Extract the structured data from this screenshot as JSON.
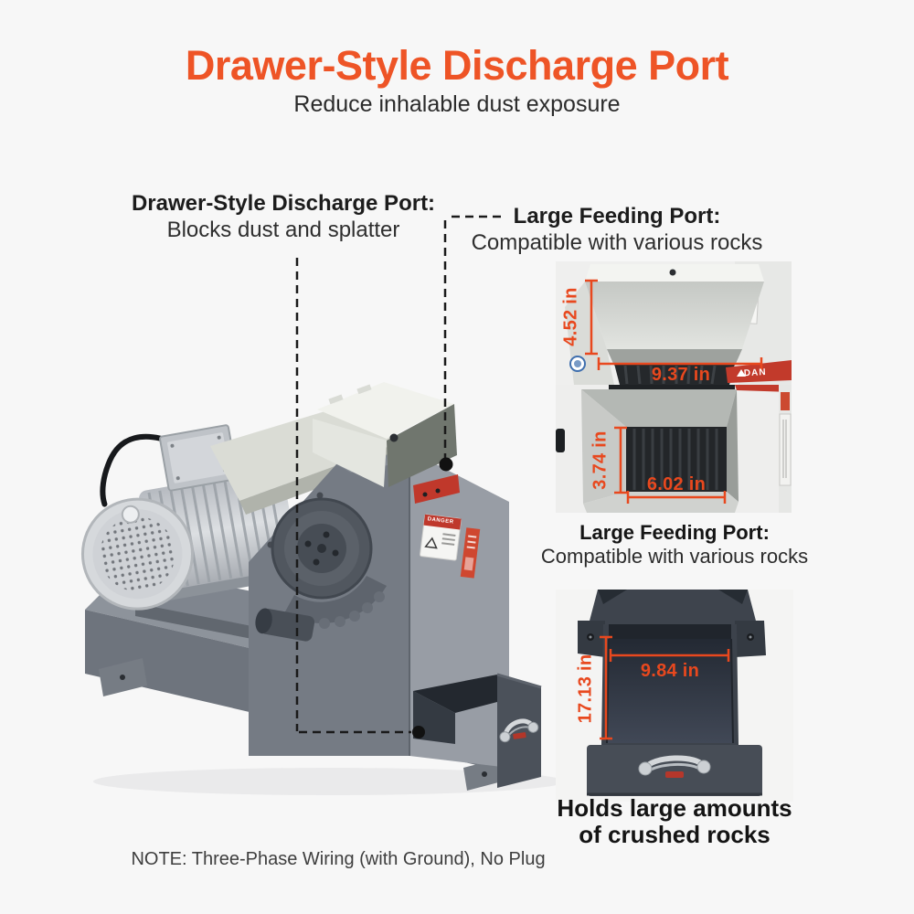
{
  "header": {
    "title": "Drawer-Style Discharge Port",
    "subtitle": "Reduce inhalable dust exposure"
  },
  "callouts": {
    "discharge": {
      "title": "Drawer-Style Discharge Port:",
      "desc": "Blocks dust and splatter"
    },
    "feeding": {
      "title": "Large Feeding Port:",
      "desc": "Compatible with various rocks"
    }
  },
  "dimensions": {
    "hopper_open_height": "4.52 in",
    "hopper_open_width": "9.37 in",
    "port_height": "3.74 in",
    "port_width": "6.02 in",
    "drawer_width": "9.84 in",
    "drawer_depth": "17.13 in"
  },
  "captions": {
    "feeding": {
      "title": "Large Feeding Port:",
      "desc": "Compatible with various rocks"
    },
    "drawer": {
      "line1": "Holds large amounts",
      "line2": "of crushed rocks"
    }
  },
  "stickers": {
    "danger": "DANGER",
    "strip": "DAN"
  },
  "footer": {
    "note": "NOTE: Three-Phase Wiring (with Ground), No Plug"
  },
  "colors": {
    "title_orange": "#EE5426",
    "dimension_orange": "#E8481E",
    "leader_line": "#1A1A1A",
    "background": "#F7F7F7"
  }
}
